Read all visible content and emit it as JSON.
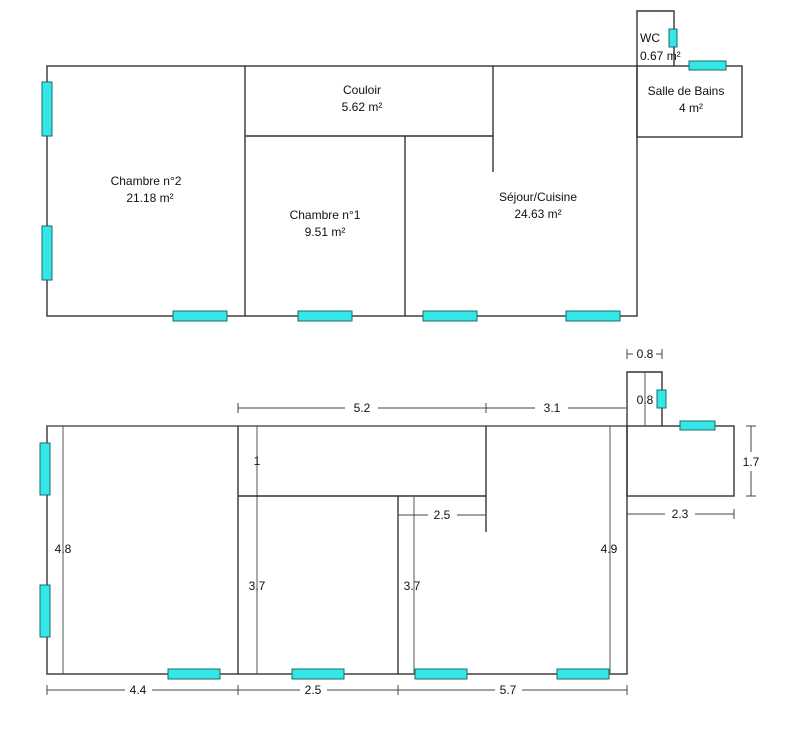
{
  "rooms": {
    "wc": {
      "name": "WC",
      "area": "0.67  m²"
    },
    "salle_de_bains": {
      "name": "Salle de Bains",
      "area": "4  m²"
    },
    "couloir": {
      "name": "Couloir",
      "area": "5.62  m²"
    },
    "chambre_2": {
      "name": "Chambre n°2",
      "area": "21.18  m²"
    },
    "chambre_1": {
      "name": "Chambre n°1",
      "area": "9.51  m²"
    },
    "sejour_cuisine": {
      "name": "Séjour/Cuisine",
      "area": "24.63  m²"
    }
  },
  "dimensions": {
    "top_5_2": "5.2",
    "top_3_1": "3.1",
    "wc_width": "0.8",
    "wc_depth": "0.8",
    "couloir_depth": "1",
    "bath_depth": "1.7",
    "corridor_offset": "2.5",
    "bath_width": "2.3",
    "left_height": "4.8",
    "chambre1_left_height": "3.7",
    "chambre1_right_height": "3.7",
    "sejour_height": "4.9",
    "bottom_4_4": "4.4",
    "bottom_2_5": "2.5",
    "bottom_5_7": "5.7"
  },
  "colors": {
    "window_fill": "#35e6e6",
    "wall": "#333333",
    "background": "#ffffff"
  }
}
